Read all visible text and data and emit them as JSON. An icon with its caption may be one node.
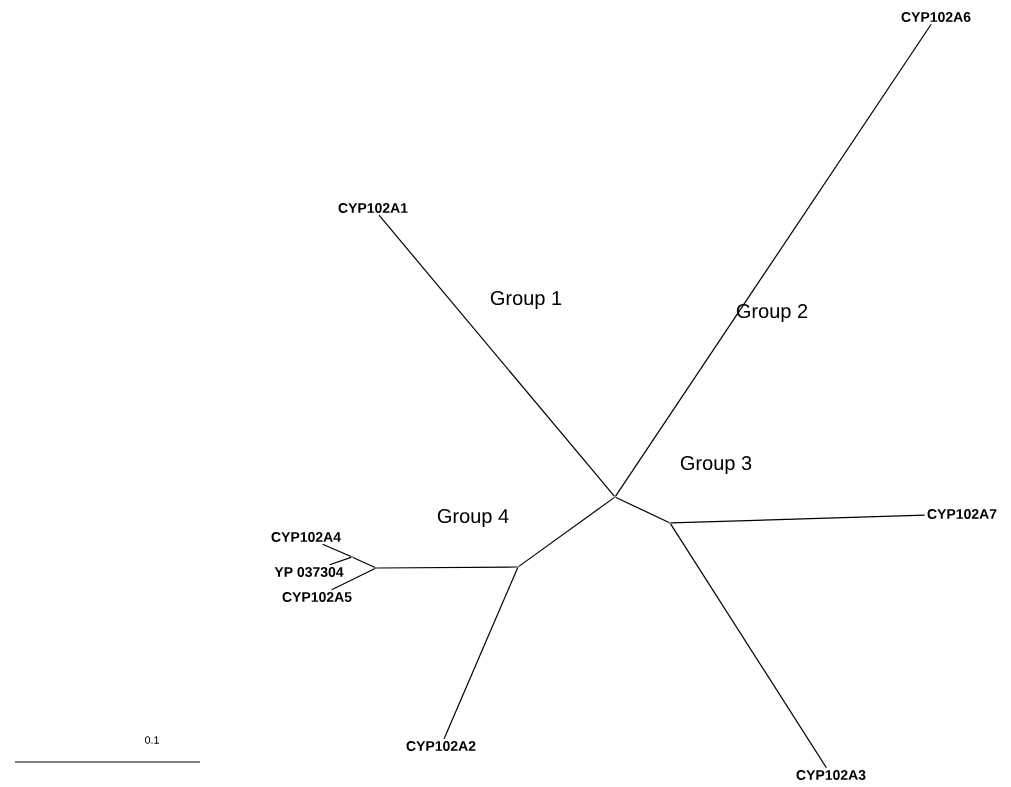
{
  "diagram": {
    "nodes": [
      {
        "text": [
          "CYP102A1"
        ]
      },
      {
        "text": [
          "CYP102A6"
        ]
      },
      {
        "text": [],
        "shape": "point"
      },
      {
        "text": [],
        "shape": "point"
      },
      {
        "text": [
          "CYP102A7"
        ]
      },
      {
        "text": [
          "CYP102A3"
        ]
      },
      {
        "text": [],
        "shape": "point"
      },
      {
        "text": [
          "CYP102A2"
        ]
      },
      {
        "text": [],
        "shape": "point"
      },
      {
        "text": [],
        "shape": "point"
      },
      {
        "text": [
          "CYP102A4"
        ]
      },
      {
        "text": [
          "YP 037304"
        ]
      },
      {
        "text": [
          "CYP102A5"
        ]
      }
    ],
    "edges": [
      {
        "from": 2,
        "to": 0,
        "arrow": "none"
      },
      {
        "from": 2,
        "to": 1,
        "arrow": "none"
      },
      {
        "from": 2,
        "to": 3,
        "arrow": "none"
      },
      {
        "from": 3,
        "to": 4,
        "arrow": "none"
      },
      {
        "from": 3,
        "to": 5,
        "arrow": "none"
      },
      {
        "from": 2,
        "to": 6,
        "arrow": "none"
      },
      {
        "from": 6,
        "to": 7,
        "arrow": "none"
      },
      {
        "from": 6,
        "to": 8,
        "arrow": "none"
      },
      {
        "from": 8,
        "to": 9,
        "arrow": "none"
      },
      {
        "from": 9,
        "to": 10,
        "arrow": "none"
      },
      {
        "from": 9,
        "to": 11,
        "arrow": "none"
      },
      {
        "from": 8,
        "to": 12,
        "arrow": "none"
      }
    ],
    "labels": [
      "Group 1",
      "Group 2",
      "Group 3",
      "Group 4",
      "0.1"
    ]
  }
}
